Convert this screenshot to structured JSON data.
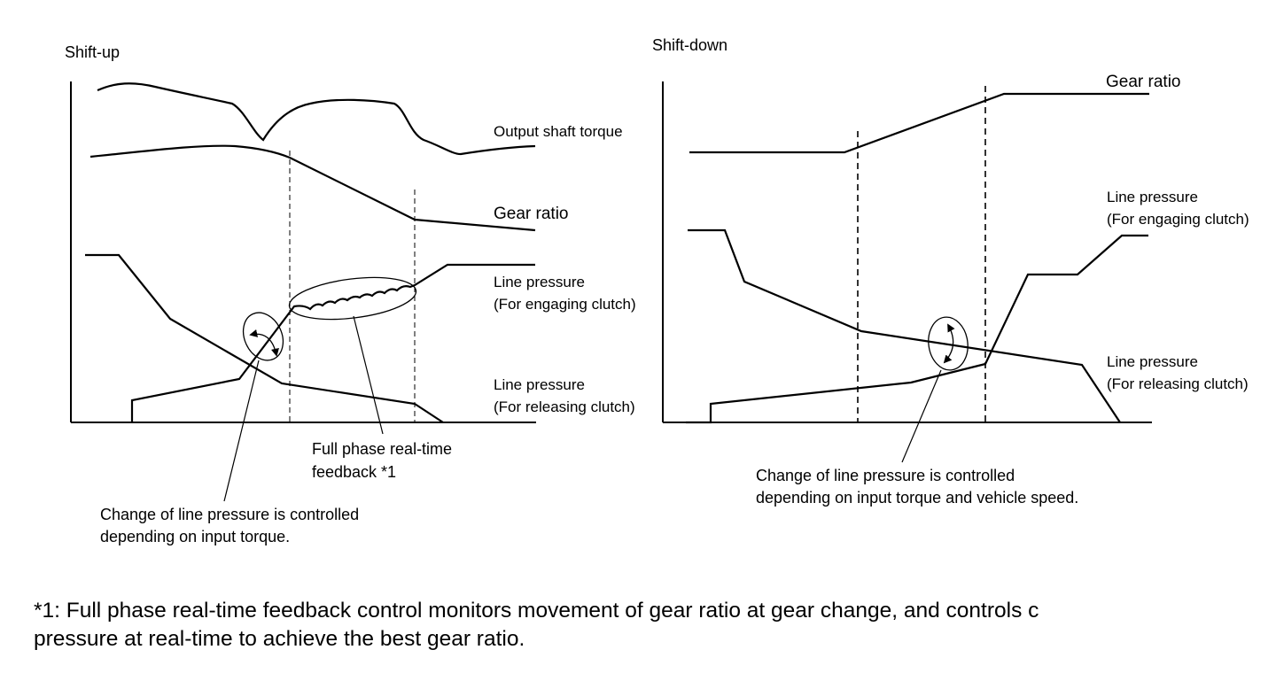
{
  "shift_up": {
    "title": "Shift-up",
    "output_shaft_torque": "Output shaft torque",
    "gear_ratio": "Gear ratio",
    "lp_engaging_1": "Line pressure",
    "lp_engaging_2": "(For engaging clutch)",
    "lp_releasing_1": "Line pressure",
    "lp_releasing_2": "(For releasing clutch)",
    "feedback_note_1": "Full phase real-time",
    "feedback_note_2": "feedback *1",
    "torque_note_1": "Change of line pressure is controlled",
    "torque_note_2": "depending on input torque."
  },
  "shift_down": {
    "title": "Shift-down",
    "gear_ratio": "Gear ratio",
    "lp_engaging_1": "Line pressure",
    "lp_engaging_2": "(For engaging clutch)",
    "lp_releasing_1": "Line pressure",
    "lp_releasing_2": "(For releasing clutch)",
    "speed_note_1": "Change of line pressure is controlled",
    "speed_note_2": "depending on input torque and vehicle speed."
  },
  "footnote": {
    "line1": "*1: Full phase real-time feedback control monitors movement of gear ratio at gear change, and controls c",
    "line2": "pressure at real-time to achieve the best gear ratio."
  }
}
